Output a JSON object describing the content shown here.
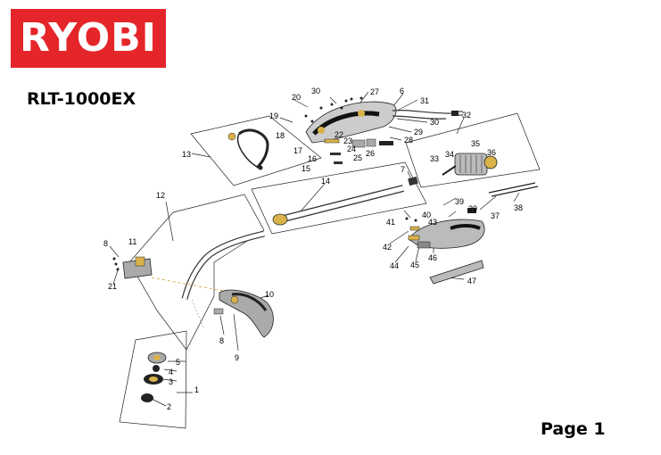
{
  "logo_text": "RYOBI",
  "model": "RLT-1000EX",
  "page_label": "Page 1",
  "colors": {
    "brand_red": "#e4262b",
    "part_gold": "#d9b24a"
  },
  "part_numbers": [
    "1",
    "2",
    "3",
    "4",
    "5",
    "6",
    "7",
    "8",
    "8",
    "9",
    "10",
    "11",
    "12",
    "13",
    "14",
    "15",
    "16",
    "17",
    "18",
    "19",
    "20",
    "21",
    "22",
    "23",
    "24",
    "25",
    "26",
    "27",
    "28",
    "29",
    "29",
    "30",
    "30",
    "31",
    "32",
    "33",
    "34",
    "35",
    "36",
    "37",
    "38",
    "39",
    "40",
    "41",
    "42",
    "43",
    "44",
    "45",
    "46",
    "47"
  ]
}
